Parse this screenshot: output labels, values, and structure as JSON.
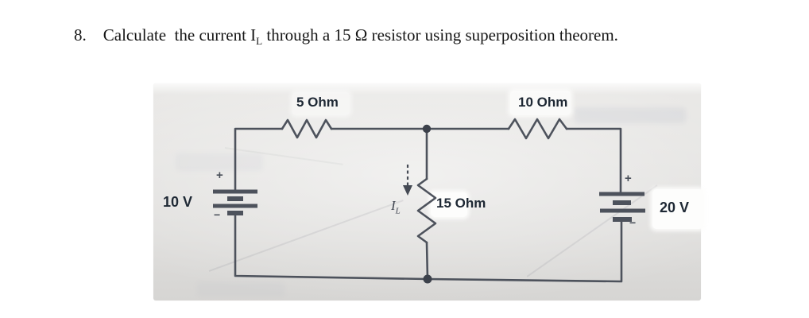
{
  "problem": {
    "number": "8.",
    "statement_part1": "Calculate  the current I",
    "statement_subscript": "L",
    "statement_part2": " through a 15 Ω resistor using superposition theorem."
  },
  "circuit": {
    "resistor_top_left": {
      "label": "5 Ohm"
    },
    "resistor_top_right": {
      "label": "10 Ohm"
    },
    "resistor_load": {
      "label": "15 Ohm"
    },
    "source_left": {
      "label": "10 V",
      "plus": "+",
      "minus": "−"
    },
    "source_right": {
      "label": "20 V",
      "plus": "+",
      "minus": "−"
    },
    "load_current": {
      "base": "I",
      "sub": "L"
    }
  },
  "colors": {
    "wire": "#4d525c",
    "label_text": "#1e2834",
    "photo_bg": "#e2e1df",
    "page_bg": "#ffffff",
    "problem_text": "#151515"
  }
}
